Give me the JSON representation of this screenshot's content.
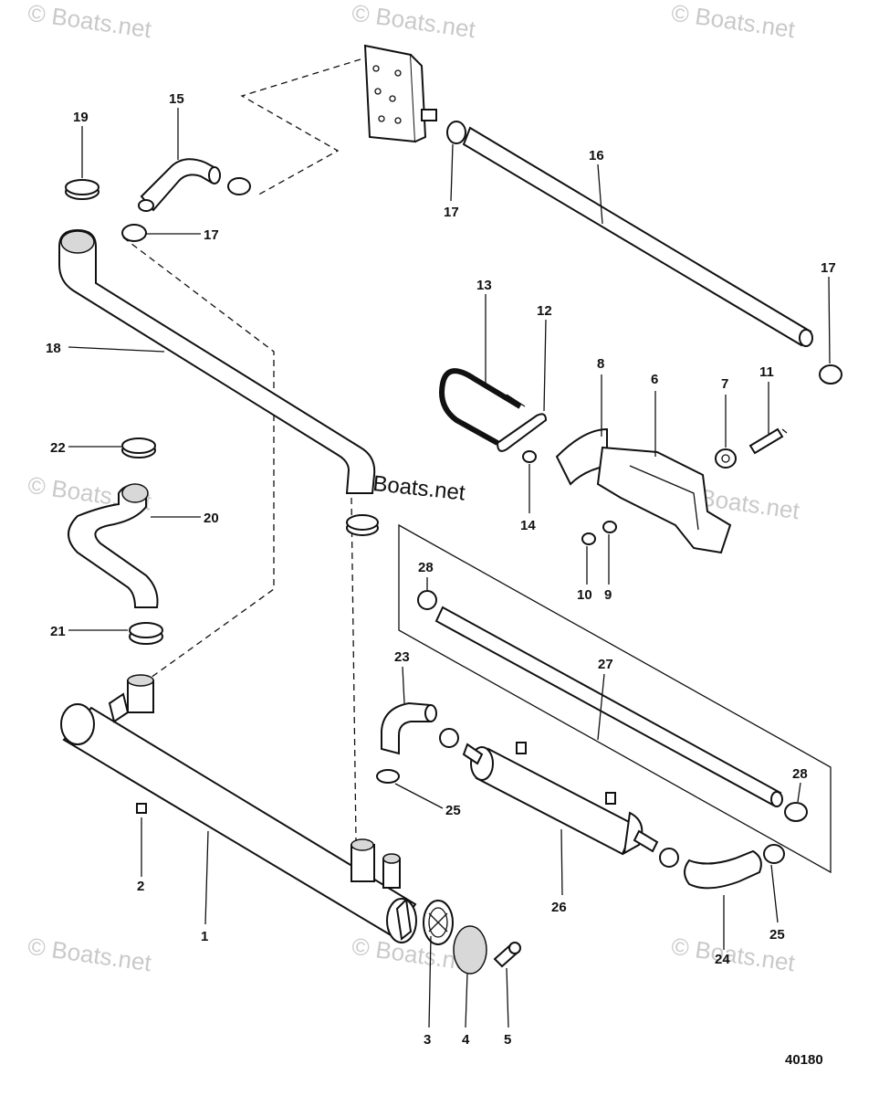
{
  "watermark": {
    "text": "Boats.net",
    "copyright_symbol": "©",
    "center_text": "© Boats.net"
  },
  "figure_number": "40180",
  "callouts": [
    {
      "id": "c1",
      "label": "1"
    },
    {
      "id": "c2",
      "label": "2"
    },
    {
      "id": "c3",
      "label": "3"
    },
    {
      "id": "c4",
      "label": "4"
    },
    {
      "id": "c5",
      "label": "5"
    },
    {
      "id": "c6",
      "label": "6"
    },
    {
      "id": "c7",
      "label": "7"
    },
    {
      "id": "c8",
      "label": "8"
    },
    {
      "id": "c9",
      "label": "9"
    },
    {
      "id": "c10",
      "label": "10"
    },
    {
      "id": "c11",
      "label": "11"
    },
    {
      "id": "c12",
      "label": "12"
    },
    {
      "id": "c13",
      "label": "13"
    },
    {
      "id": "c14",
      "label": "14"
    },
    {
      "id": "c15",
      "label": "15"
    },
    {
      "id": "c16",
      "label": "16"
    },
    {
      "id": "c17a",
      "label": "17"
    },
    {
      "id": "c17b",
      "label": "17"
    },
    {
      "id": "c17c",
      "label": "17"
    },
    {
      "id": "c18",
      "label": "18"
    },
    {
      "id": "c19",
      "label": "19"
    },
    {
      "id": "c20",
      "label": "20"
    },
    {
      "id": "c21",
      "label": "21"
    },
    {
      "id": "c22",
      "label": "22"
    },
    {
      "id": "c23",
      "label": "23"
    },
    {
      "id": "c24",
      "label": "24"
    },
    {
      "id": "c25a",
      "label": "25"
    },
    {
      "id": "c25b",
      "label": "25"
    },
    {
      "id": "c26",
      "label": "26"
    },
    {
      "id": "c27",
      "label": "27"
    },
    {
      "id": "c28a",
      "label": "28"
    },
    {
      "id": "c28b",
      "label": "28"
    }
  ]
}
